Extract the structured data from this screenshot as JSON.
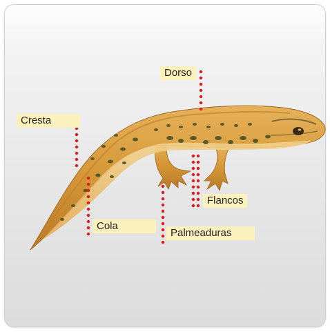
{
  "labels": {
    "dorso": "Dorso",
    "cresta": "Cresta",
    "cola": "Cola",
    "flancos": "Flancos",
    "palmeaduras": "Palmeaduras"
  },
  "colors": {
    "leader_dots": "#dd1b1b",
    "label_background": "#fbf1bd",
    "newt_body": "#d99a3a",
    "newt_belly": "#f0c57a",
    "newt_spots": "#5a5a2a"
  },
  "icons": {
    "subject": "newt-illustration"
  }
}
